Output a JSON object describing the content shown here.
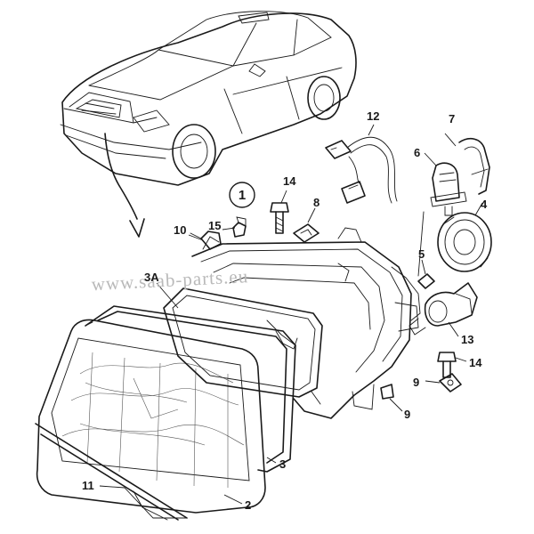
{
  "callouts": {
    "c1": "1",
    "c2": "2",
    "c3": "3",
    "c3a": "3A",
    "c4": "4",
    "c5": "5",
    "c6": "6",
    "c7": "7",
    "c8": "8",
    "c9a": "9",
    "c9b": "9",
    "c10": "10",
    "c11": "11",
    "c12": "12",
    "c13": "13",
    "c14a": "14",
    "c14b": "14",
    "c15": "15"
  },
  "watermark": "www.saab-parts.eu",
  "colors": {
    "line": "#1a1a1a",
    "watermark": "#b9b9b9"
  }
}
